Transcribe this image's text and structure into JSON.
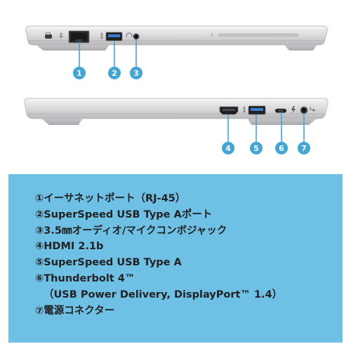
{
  "callouts": {
    "top": [
      "1",
      "2",
      "3"
    ],
    "bottom": [
      "4",
      "5",
      "6",
      "7"
    ]
  },
  "legend": {
    "items": [
      "①イーサネットポート（RJ-45）",
      "②SuperSpeed USB Type Aポート",
      "③3.5㎜オーディオ/マイクコンボジャック",
      "④HDMI 2.1b",
      "⑤SuperSpeed USB Type A",
      "⑥Thunderbolt 4™",
      "（USB Power Delivery, DisplayPort™ 1.4）",
      "⑦電源コネクター"
    ]
  },
  "colors": {
    "callout_fill": "#42a5d6",
    "legend_background": "#6ec1e4",
    "laptop_silver": "#d9d9db"
  }
}
